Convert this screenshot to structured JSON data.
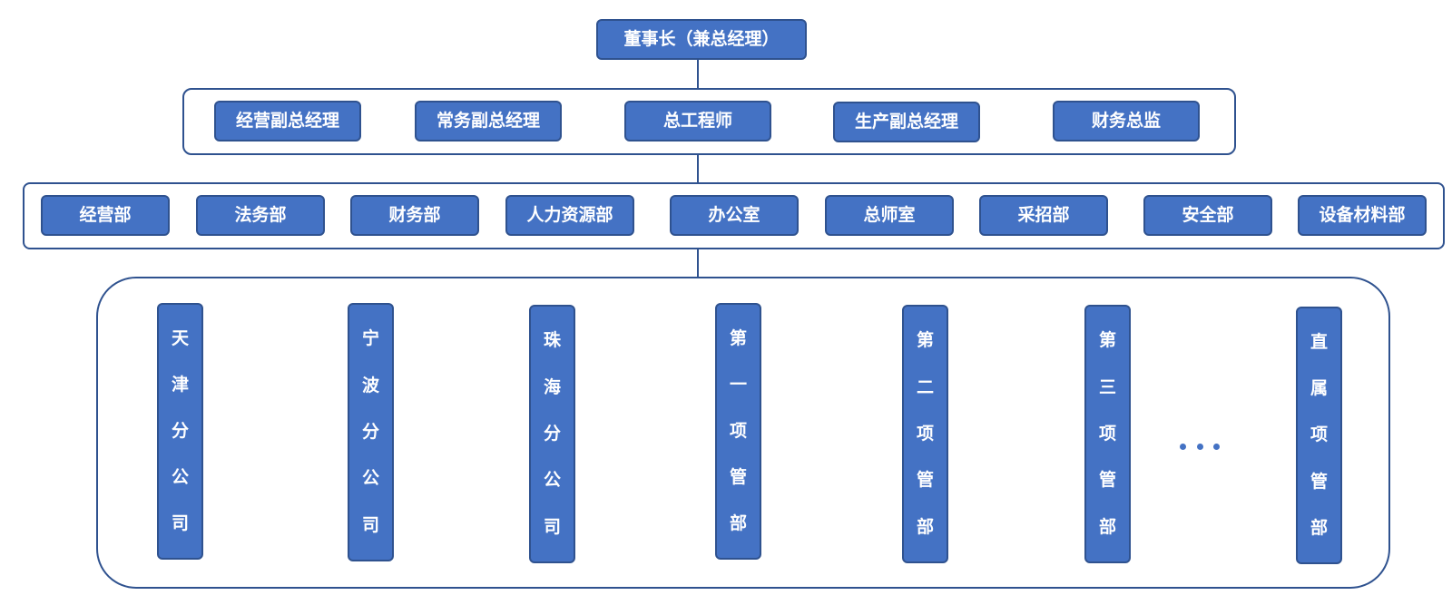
{
  "colors": {
    "node_fill": "#4472c4",
    "node_border": "#2f528f",
    "connector": "#2f528f",
    "text": "#ffffff"
  },
  "top": {
    "label": "董事长（兼总经理）"
  },
  "executives": [
    "经营副总经理",
    "常务副总经理",
    "总工程师",
    "生产副总经理",
    "财务总监"
  ],
  "departments": [
    "经营部",
    "法务部",
    "财务部",
    "人力资源部",
    "办公室",
    "总师室",
    "采招部",
    "安全部",
    "设备材料部"
  ],
  "branches": [
    "天津分公司",
    "宁波分公司",
    "珠海分公司",
    "第一项管部",
    "第二项管部",
    "第三项管部",
    "直属项管部"
  ],
  "more_indicator_icon": "ellipsis-icon"
}
